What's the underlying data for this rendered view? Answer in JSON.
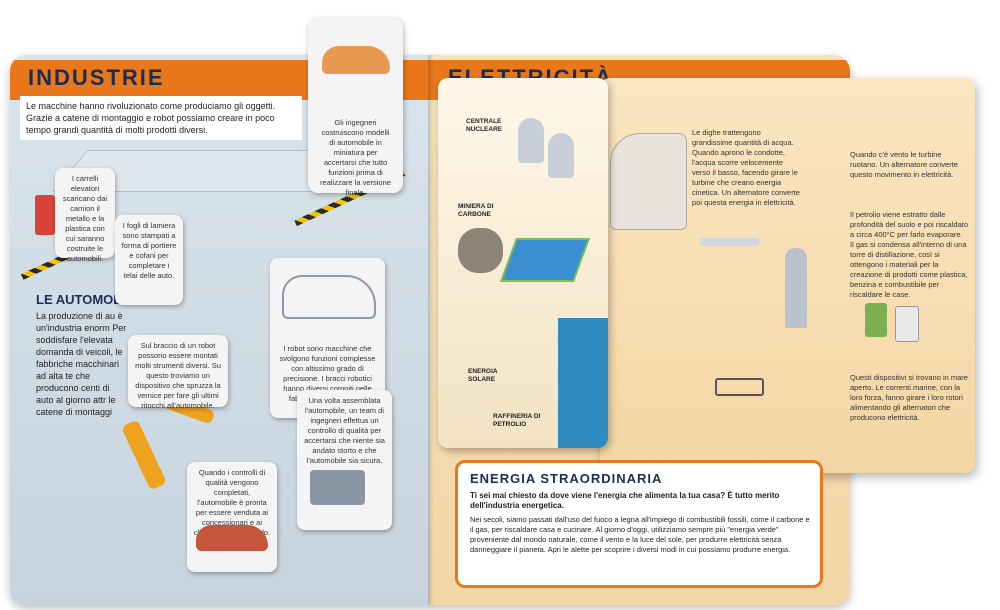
{
  "left_page": {
    "title": "INDUSTRIE",
    "intro": "Le macchine hanno rivoluzionato come produciamo gli oggetti. Grazie a catene di montaggio e robot possiamo creare in poco tempo grandi quantità di molti prodotti diversi.",
    "section_heading": "LE AUTOMOBI",
    "section_body": "La produzione di au è un'industria enorm Per soddisfare l'elevata domanda di veicoli, le fabbriche macchinari ad alta te che producono centi di auto al giorno attr le catene di montaggi",
    "cards": [
      "I carrelli elevatori scaricano dai camion il metallo e la plastica con cui saranno costruite le automobili.",
      "I fogli di lamiera sono stampati a forma di portiere e cofani per completare i telai delle auto.",
      "Sul braccio di un robot possono essere montati molti strumenti diversi. Su questo troviamo un dispositivo che spruzza la vernice per fare gli ultimi ritocchi all'automobile.",
      "I robot sono macchine che svolgono funzioni complesse con altissimo grado di precisione. I bracci robotici hanno diversi compiti nelle fabbriche di automobili.",
      "Una volta assemblata l'automobile, un team di ingegneri effettua un controllo di qualità per accertarsi che niente sia andato storto e che l'automobile sia sicura.",
      "Quando i controlli di qualità vengono completati, l'automobile è pronta per essere venduta ai concessionari e ai clienti in tutto il mondo."
    ],
    "top_card": "Gli ingegneri costruiscono modelli di automobile in miniatura per accertarsi che tutto funzioni prima di realizzare la versione finale."
  },
  "right_page": {
    "title": "ELETTRICITÀ",
    "plant_labels": {
      "nuclear": "CENTRALE NUCLEARE",
      "coal": "MINIERA DI CARBONE",
      "solar": "ENERGIA SOLARE",
      "refinery": "RAFFINERIA DI PETROLIO"
    },
    "flap_texts": {
      "dam": "Le dighe trattengono grandissime quantità di acqua. Quando aprono le condotte, l'acqua scorre velocemente verso il basso, facendo girare le turbine che creano energia cinetica. Un alternatore converte poi questa energia in elettricità.",
      "wind": "Quando c'è vento le turbine ruotano. Un alternatore converte questo movimento in elettricità.",
      "oil": "Il petrolio viene estratto dalle profondità del suolo e poi riscaldato a circa 400°C per farlo evaporare. Il gas si condensa all'interno di una torre di distillazione, così si ottengono i materiali per la creazione di prodotti come plastica, benzina e combustibile per riscaldare le case.",
      "tidal": "Questi dispositivi si trovano in mare aperto. Le correnti marine, con la loro forza, fanno girare i loro rotori alimentando gli alternatori che producono elettricità."
    },
    "infobox": {
      "title": "ENERGIA STRAORDINARIA",
      "question": "Ti sei mai chiesto da dove viene l'energia che alimenta la tua casa? È tutto merito dell'industria energetica.",
      "paragraph": "Nei secoli, siamo passati dall'uso del fuoco a legna all'impiego di combustibili fossili, come il carbone e il gas, per riscaldare casa e cucinare. Al giorno d'oggi, utilizziamo sempre più \"energia verde\" proveniente dal mondo naturale, come il vento e la luce del sole, per produrre elettricità senza danneggiare il pianeta. Apri le alette per scoprire i diversi modi in cui possiamo produrre energia."
    }
  },
  "colors": {
    "accent": "#e9781a",
    "heading": "#1b2d55"
  }
}
